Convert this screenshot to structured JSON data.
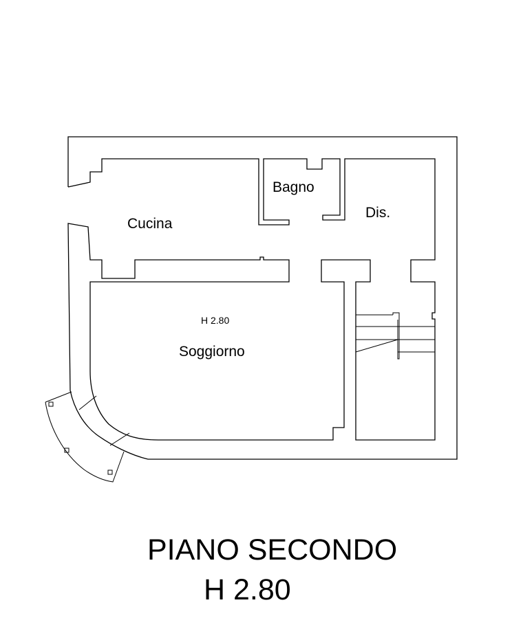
{
  "rooms": {
    "cucina": "Cucina",
    "bagno": "Bagno",
    "dis": "Dis.",
    "soggiorno": "Soggiorno",
    "soggiorno_height": "H 2.80"
  },
  "title": {
    "floor": "PIANO SECONDO",
    "height": "H 2.80"
  }
}
